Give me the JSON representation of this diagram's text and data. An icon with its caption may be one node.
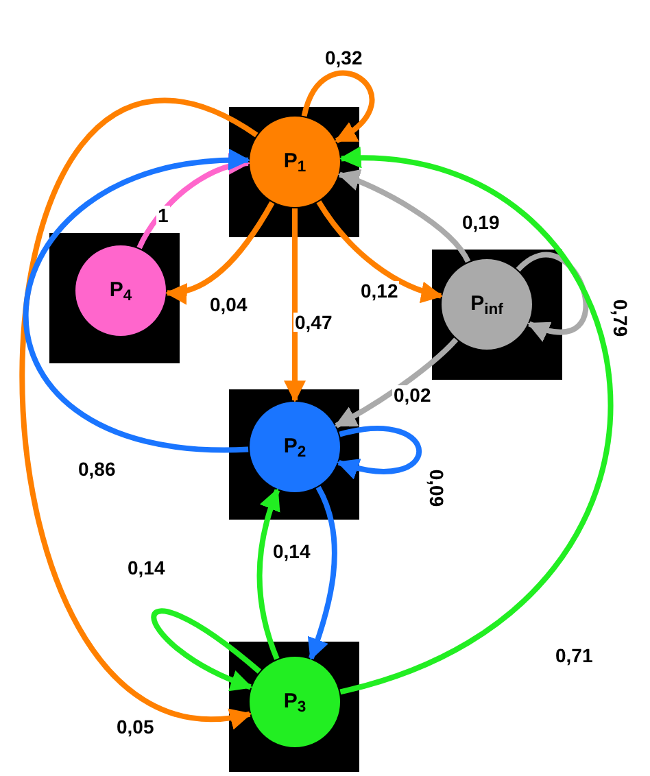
{
  "diagram": {
    "nodes": [
      {
        "text": [
          "P$_{1}$"
        ]
      },
      {
        "text": [
          "P$_{4}$"
        ]
      },
      {
        "text": [
          "P$_{inf}$"
        ]
      },
      {
        "text": [
          "P$_{2}$"
        ]
      },
      {
        "text": [
          "P$_{3}$"
        ]
      }
    ],
    "edges": [
      {
        "from": 0,
        "to": 0,
        "arrow": "to",
        "label": "0,32",
        "color": "#ff8000"
      },
      {
        "from": 0,
        "to": 1,
        "arrow": "to",
        "label": "0,04",
        "color": "#ff8000"
      },
      {
        "from": 0,
        "to": 2,
        "arrow": "to",
        "label": "0,12",
        "color": "#ff8000"
      },
      {
        "from": 0,
        "to": 3,
        "arrow": "to",
        "label": "0,47",
        "color": "#ff8000"
      },
      {
        "from": 0,
        "to": 4,
        "arrow": "to",
        "label": "0,05",
        "color": "#ff8000"
      },
      {
        "from": 1,
        "to": 0,
        "arrow": "to",
        "label": "1",
        "color": "#ff66cc"
      },
      {
        "from": 2,
        "to": 0,
        "arrow": "to",
        "label": "0,19",
        "color": "#aaaaaa"
      },
      {
        "from": 2,
        "to": 2,
        "arrow": "to",
        "label": "0,79",
        "color": "#aaaaaa"
      },
      {
        "from": 2,
        "to": 3,
        "arrow": "to",
        "label": "0,02",
        "color": "#aaaaaa"
      },
      {
        "from": 3,
        "to": 0,
        "arrow": "to",
        "label": "0,86",
        "color": "#1a75ff"
      },
      {
        "from": 3,
        "to": 3,
        "arrow": "to",
        "label": "0,09",
        "color": "#1a75ff"
      },
      {
        "from": 3,
        "to": 4,
        "arrow": "to",
        "label": "0,14",
        "color": "#1a75ff"
      },
      {
        "from": 4,
        "to": 3,
        "arrow": "to",
        "color": "#22ee22"
      },
      {
        "from": 4,
        "to": 4,
        "arrow": "to",
        "label": "0,14",
        "color": "#22ee22"
      },
      {
        "from": 4,
        "to": 0,
        "arrow": "to",
        "label": "0,71",
        "color": "#22ee22"
      }
    ]
  }
}
